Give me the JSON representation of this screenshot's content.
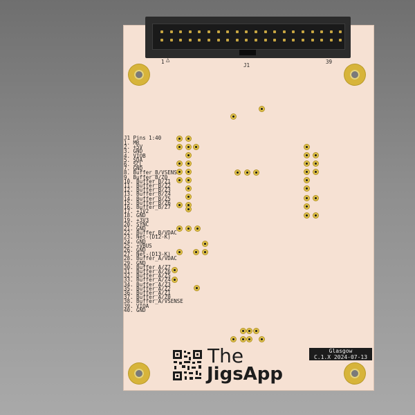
{
  "viewer": {
    "background_color": "#8a8a8a",
    "board_color": "#f6e1d3"
  },
  "connector": {
    "ref": "J1",
    "pin_first_label": "1",
    "pin_last_label": "39",
    "marker": "△"
  },
  "silkscreen": {
    "header": "J1 Pins 1:40",
    "pins": [
      "1. MR",
      "2. +5V",
      "3. GND",
      "4. VIOB",
      "5. SDA",
      "6. SCL",
      "7. GND",
      "8. Buffer_B/VSENSE",
      "9. Buffer_B/Z0",
      "10. Buffer_B/Z1",
      "11. Buffer_B/Z2",
      "12. Buffer_B/Z3",
      "13. Buffer_B/Z4",
      "14. Buffer_B/Z5",
      "15. Buffer_B/Z6",
      "16. Buffer_B/Z7",
      "17. +1V2",
      "18. GND",
      "19. +3V3",
      "20. SYNC",
      "21. GND",
      "22. Buffer_B/VDAC",
      "23. Net-(D12-K)",
      "24. GND",
      "25. +VBUS",
      "26. GND",
      "27. Net-(D13-K)",
      "28. Buffer_A/VDAC",
      "29. GND",
      "30. Buffer_A/Z7",
      "31. Buffer_A/Z6",
      "32. Buffer_A/Z5",
      "33. Buffer_A/Z4",
      "34. Buffer_A/Z3",
      "35. Buffer_A/Z2",
      "36. Buffer_A/Z1",
      "37. Buffer_A/Z0",
      "38. Buffer_A/VSENSE",
      "39. VIOA",
      "40. GND"
    ]
  },
  "logo": {
    "line1": "The",
    "line2": "JigsApp",
    "icon": "qr-code-icon"
  },
  "board_label": {
    "line1": "Glasgow",
    "line2": "C.1.X 2024-07-13"
  }
}
